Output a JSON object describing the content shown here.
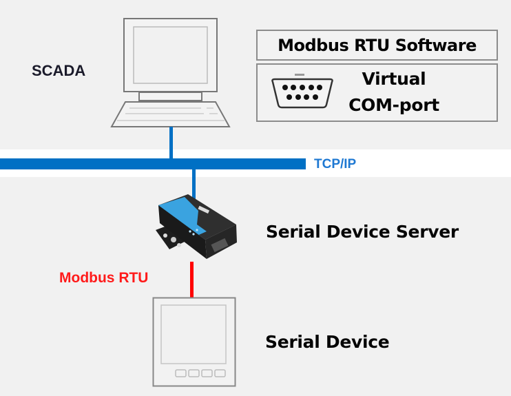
{
  "labels": {
    "scada": "SCADA",
    "tcpip": "TCP/IP",
    "modbus_rtu": "Modbus RTU",
    "serial_device_server": "Serial Device Server",
    "serial_device": "Serial Device"
  },
  "software_stack": {
    "software": "Modbus RTU Software",
    "virtual_com_line1": "Virtual",
    "virtual_com_line2": "COM-port"
  },
  "colors": {
    "tcp_link": "#0070c4",
    "serial_link": "#ff0000",
    "background": "#f1f1f1",
    "device_body": "#2b2b2b",
    "device_accent": "#3aa3e0"
  },
  "icons": [
    "computer-icon",
    "db9-connector-icon",
    "serial-device-server-icon",
    "serial-device-panel-icon"
  ]
}
